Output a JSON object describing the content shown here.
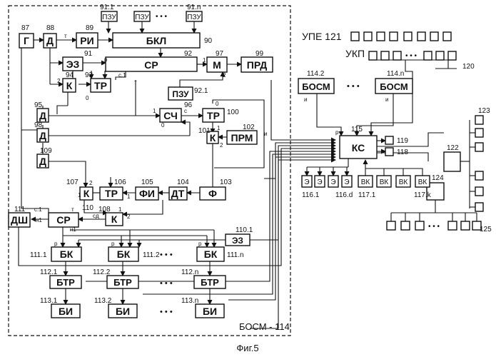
{
  "caption": "Фиг.5",
  "frame_label": "БОСМ - 114",
  "blocks": {
    "g": "Г",
    "d88": "Д",
    "ri": "РИ",
    "bkl": "БКЛ",
    "pzu_a": "ПЗУ",
    "pzu_b": "ПЗУ",
    "pzu_n": "ПЗУ",
    "ez91": "ЭЗ",
    "sr92": "СР",
    "m": "М",
    "prd": "ПРД",
    "k94": "К",
    "tr93": "ТР",
    "pzu92": "ПЗУ",
    "d95": "Д",
    "sch": "СЧ",
    "tr100": "ТР",
    "prm": "ПРМ",
    "k101": "К",
    "d98": "Д",
    "d109": "Д",
    "k107": "К",
    "tr106": "ТР",
    "fi": "ФИ",
    "dt": "ДТ",
    "f": "Ф",
    "k108": "К",
    "dsh": "ДШ",
    "sr110": "СР",
    "ez110": "ЭЗ",
    "bk1": "БК",
    "bk2": "БК",
    "bkn": "БК",
    "btr1": "БТР",
    "btr2": "БТР",
    "btrn": "БТР",
    "bi1": "БИ",
    "bi2": "БИ",
    "bin": "БИ",
    "ks": "КС",
    "bosm2": "БОСМ",
    "bosmn": "БОСМ",
    "upe": "УПЕ 121",
    "ukp": "УКП",
    "e1": "Э",
    "e2": "Э",
    "e3": "Э",
    "e4": "Э",
    "vk1": "ВК",
    "vk2": "ВК",
    "vk3": "ВК",
    "vk4": "ВК"
  },
  "refs": {
    "r87": "87",
    "r88": "88",
    "r89": "89",
    "r91_1": "91.1",
    "r91_n": "91.n",
    "r90": "90",
    "r91": "91",
    "r92": "92",
    "r97": "97",
    "r99": "99",
    "r94": "94",
    "r93": "93",
    "r92_1": "92.1",
    "r95": "95",
    "r96": "96",
    "r100": "100",
    "r102": "102",
    "r101": "101",
    "r98": "98",
    "r109": "109",
    "r107": "107",
    "r106": "106",
    "r105": "105",
    "r104": "104",
    "r103": "103",
    "r108": "108",
    "r111": "111",
    "r110": "110",
    "r110_1": "110.1",
    "r111_1": "111.1",
    "r111_2": "111.2",
    "r111_n": "111.n",
    "r112_1": "112.1",
    "r112_2": "112.2",
    "r112_n": "112.n",
    "r113_1": "113.1",
    "r113_2": "113.2",
    "r113_n": "113.n",
    "r114_2": "114.2",
    "r114_n": "114.n",
    "r115": "115",
    "r119": "119",
    "r118": "118",
    "r120": "120",
    "r122": "122",
    "r123": "123",
    "r124": "124",
    "r125": "125",
    "r116_1": "116.1",
    "r116_d": "116.d",
    "r117_1": "117.1",
    "r117_k": "117.k"
  },
  "ellipsis": "• • •"
}
